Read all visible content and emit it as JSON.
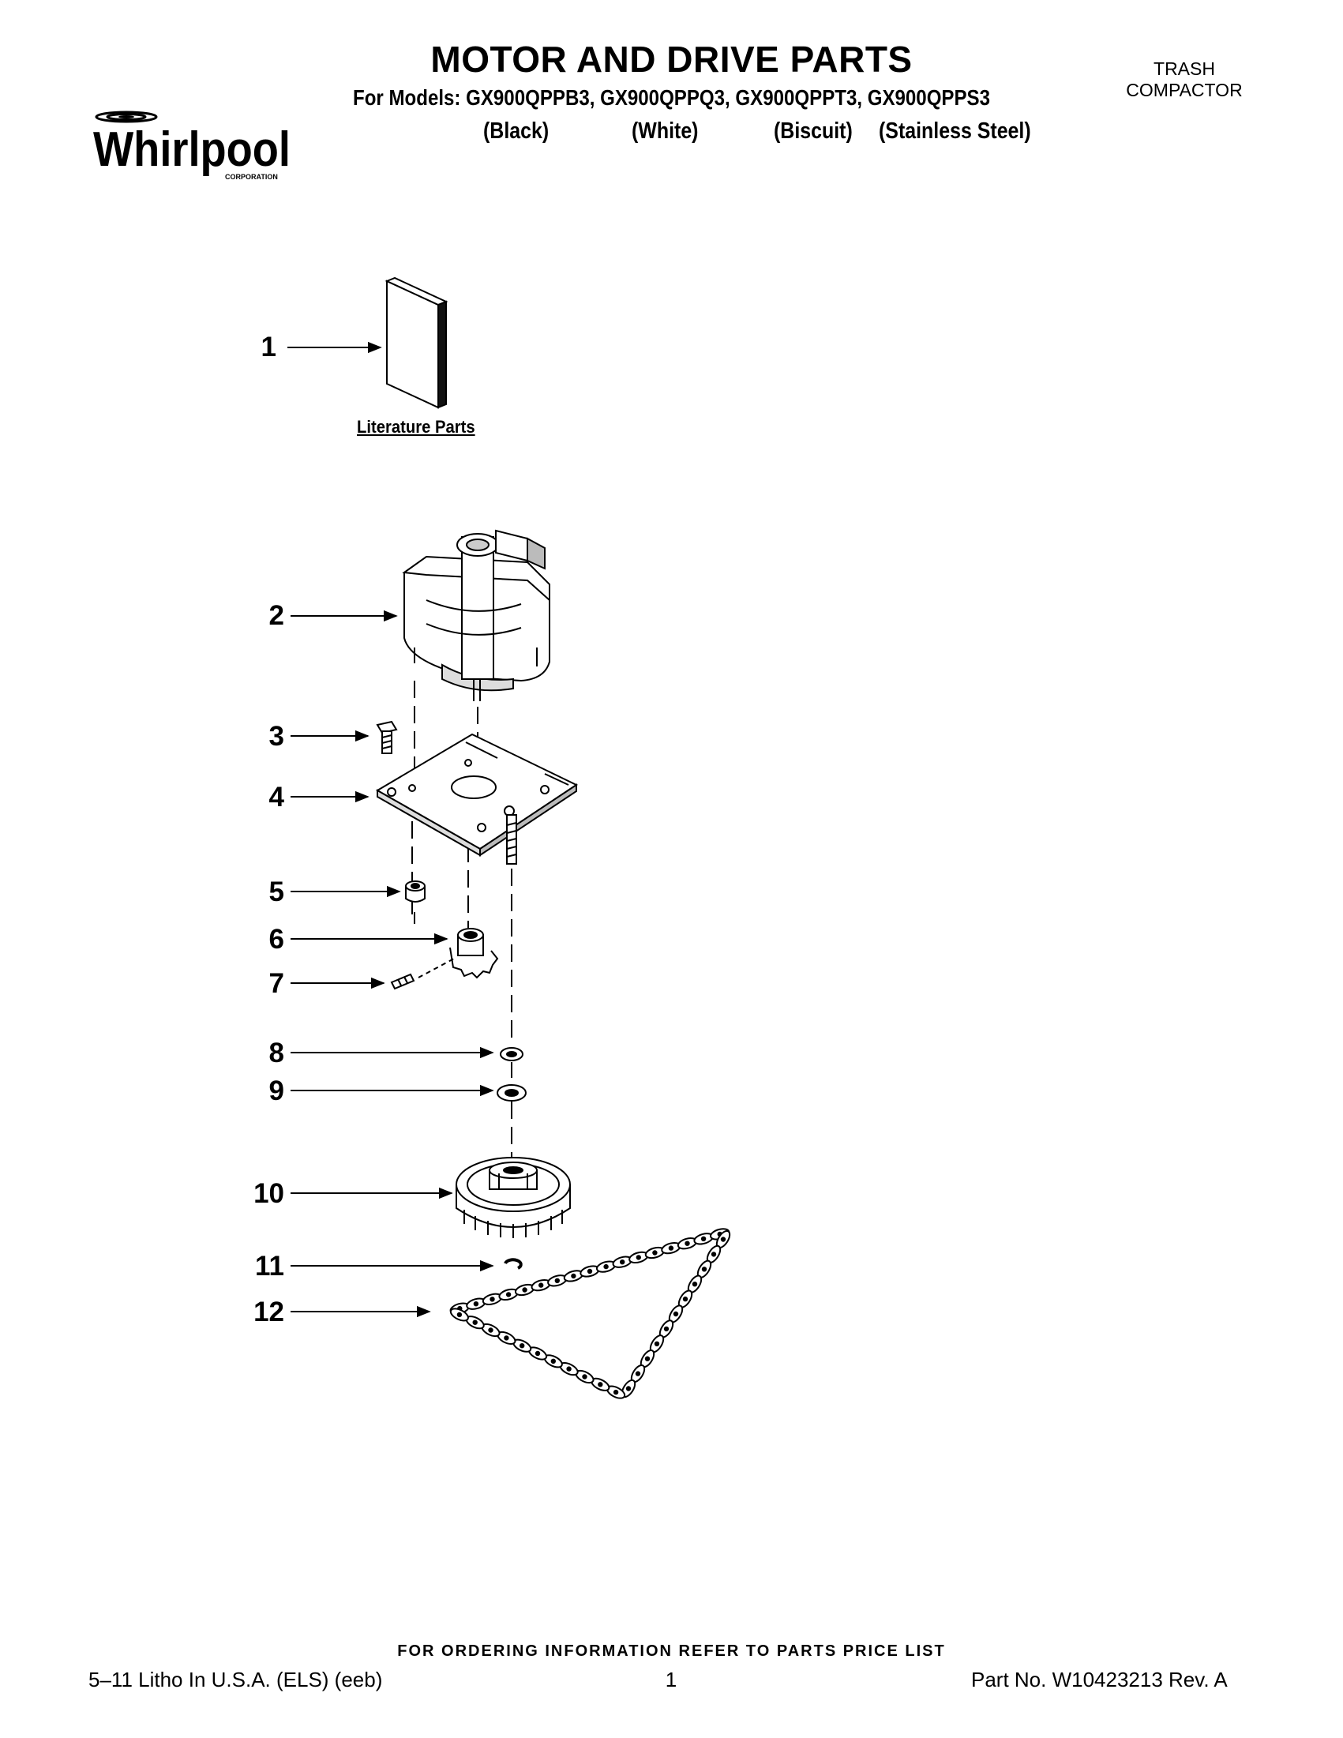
{
  "header": {
    "title": "MOTOR AND DRIVE PARTS",
    "models_line": "For Models: GX900QPPB3, GX900QPPQ3, GX900QPPT3, GX900QPPS3",
    "colors": [
      "(Black)",
      "(White)",
      "(Biscuit)",
      "(Stainless Steel)"
    ],
    "category_line1": "TRASH",
    "category_line2": "COMPACTOR",
    "brand": "Whirlpool",
    "brand_sub": "CORPORATION"
  },
  "diagram": {
    "literature_label": "Literature Parts",
    "callouts": [
      "1",
      "2",
      "3",
      "4",
      "5",
      "6",
      "7",
      "8",
      "9",
      "10",
      "11",
      "12"
    ]
  },
  "footer": {
    "ordering_note": "FOR ORDERING INFORMATION REFER TO PARTS PRICE LIST",
    "litho": "5–11 Litho In U.S.A. (ELS) (eeb)",
    "page": "1",
    "part_no": "Part No. W10423213 Rev. A"
  }
}
